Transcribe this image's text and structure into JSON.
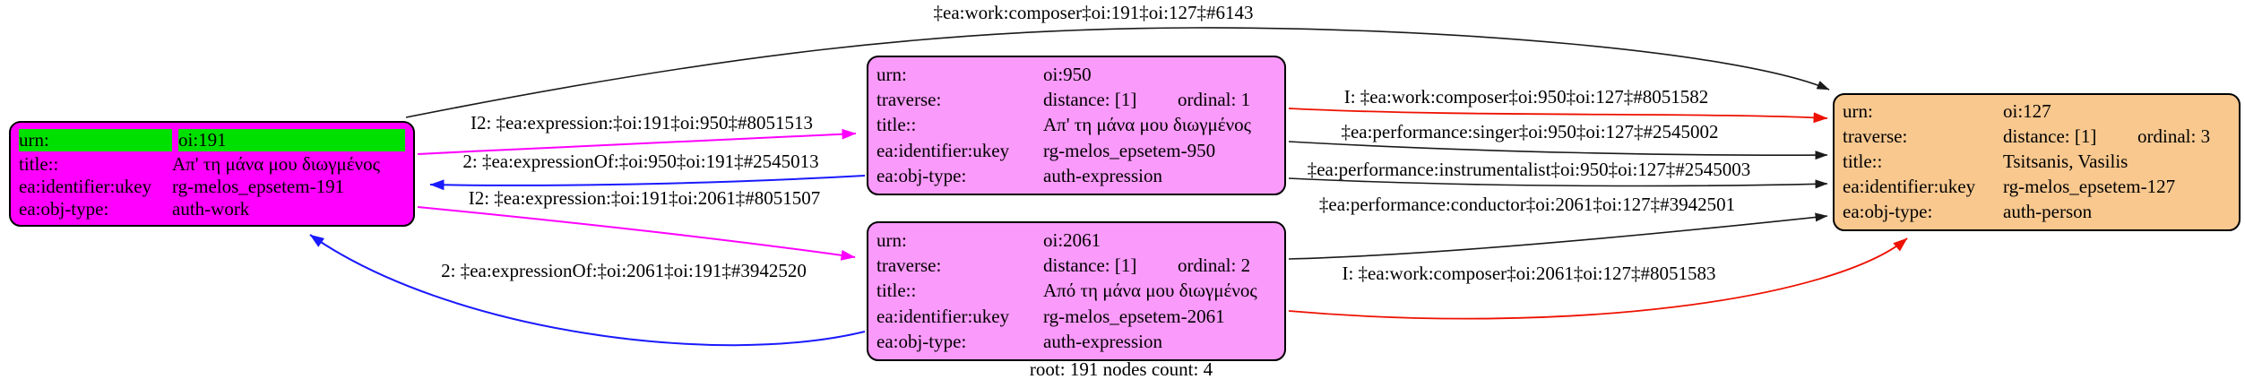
{
  "footer": "root: 191 nodes count: 4",
  "colors": {
    "work_node_fill": "#FF00FF",
    "urn_row_highlight": "#00E000",
    "expression_node_fill": "#FA9AFA",
    "person_node_fill": "#F8C88F",
    "node_border": "#000000",
    "edge_black": "#1a1a1a",
    "edge_magenta": "#FF00FF",
    "edge_blue": "#1a1aff",
    "edge_red": "#ee1100"
  },
  "nodes": [
    {
      "id": "oi:191",
      "rows": [
        {
          "key": "urn:",
          "value": "oi:191"
        },
        {
          "key": "title::",
          "value": "Απ' τη μάνα μου διωγμένος"
        },
        {
          "key": "ea:identifier:ukey",
          "value": "rg-melos_epsetem-191"
        },
        {
          "key": "ea:obj-type:",
          "value": "auth-work"
        }
      ]
    },
    {
      "id": "oi:950",
      "rows": [
        {
          "key": "urn:",
          "value": "oi:950"
        },
        {
          "key": "traverse:",
          "distance": "distance: [1]",
          "ordinal": "ordinal: 1"
        },
        {
          "key": "title::",
          "value": "Απ' τη μάνα μου διωγμένος"
        },
        {
          "key": "ea:identifier:ukey",
          "value": "rg-melos_epsetem-950"
        },
        {
          "key": "ea:obj-type:",
          "value": "auth-expression"
        }
      ]
    },
    {
      "id": "oi:2061",
      "rows": [
        {
          "key": "urn:",
          "value": "oi:2061"
        },
        {
          "key": "traverse:",
          "distance": "distance: [1]",
          "ordinal": "ordinal: 2"
        },
        {
          "key": "title::",
          "value": "Από τη μάνα μου διωγμένος"
        },
        {
          "key": "ea:identifier:ukey",
          "value": "rg-melos_epsetem-2061"
        },
        {
          "key": "ea:obj-type:",
          "value": "auth-expression"
        }
      ]
    },
    {
      "id": "oi:127",
      "rows": [
        {
          "key": "urn:",
          "value": "oi:127"
        },
        {
          "key": "traverse:",
          "distance": "distance: [1]",
          "ordinal": "ordinal: 3"
        },
        {
          "key": "title::",
          "value": "Tsitsanis, Vasilis"
        },
        {
          "key": "ea:identifier:ukey",
          "value": "rg-melos_epsetem-127"
        },
        {
          "key": "ea:obj-type:",
          "value": "auth-person"
        }
      ]
    }
  ],
  "edges": [
    {
      "label": "‡ea:work:composer‡oi:191‡oi:127‡#6143",
      "color": "black",
      "from": "oi:191",
      "to": "oi:127"
    },
    {
      "label": "I2: ‡ea:expression:‡oi:191‡oi:950‡#8051513",
      "color": "magenta",
      "from": "oi:191",
      "to": "oi:950"
    },
    {
      "label": "2: ‡ea:expressionOf:‡oi:950‡oi:191‡#2545013",
      "color": "blue",
      "from": "oi:950",
      "to": "oi:191"
    },
    {
      "label": "I2: ‡ea:expression:‡oi:191‡oi:2061‡#8051507",
      "color": "magenta",
      "from": "oi:191",
      "to": "oi:2061"
    },
    {
      "label": "2: ‡ea:expressionOf:‡oi:2061‡oi:191‡#3942520",
      "color": "blue",
      "from": "oi:2061",
      "to": "oi:191"
    },
    {
      "label": "I: ‡ea:work:composer‡oi:950‡oi:127‡#8051582",
      "color": "red",
      "from": "oi:950",
      "to": "oi:127"
    },
    {
      "label": "‡ea:performance:singer‡oi:950‡oi:127‡#2545002",
      "color": "black",
      "from": "oi:950",
      "to": "oi:127"
    },
    {
      "label": "‡ea:performance:instrumentalist‡oi:950‡oi:127‡#2545003",
      "color": "black",
      "from": "oi:950",
      "to": "oi:127"
    },
    {
      "label": "‡ea:performance:conductor‡oi:2061‡oi:127‡#3942501",
      "color": "black",
      "from": "oi:2061",
      "to": "oi:127"
    },
    {
      "label": "I: ‡ea:work:composer‡oi:2061‡oi:127‡#8051583",
      "color": "red",
      "from": "oi:2061",
      "to": "oi:127"
    }
  ]
}
